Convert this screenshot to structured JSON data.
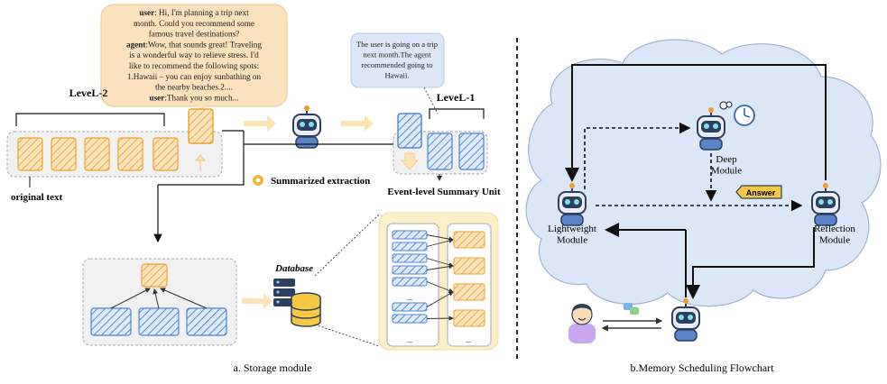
{
  "left": {
    "dialogue": [
      {
        "speaker": "user",
        "text": ": Hi, I'm planning a trip next"
      },
      {
        "speaker": "",
        "text": "month. Could you recommend some"
      },
      {
        "speaker": "",
        "text": "famous travel destinations?"
      },
      {
        "speaker": "agent",
        "text": ":Wow, that sounds great! Traveling"
      },
      {
        "speaker": "",
        "text": "is a wonderful way to relieve stress. I'd"
      },
      {
        "speaker": "",
        "text": "like to recommend the following spots:"
      },
      {
        "speaker": "",
        "text": "1.Hawaii – you can enjoy sunbathing on"
      },
      {
        "speaker": "",
        "text": "the nearby beaches.2...."
      },
      {
        "speaker": "user",
        "text": ":Thank you so much..."
      }
    ],
    "summary_lines": [
      "The user is going on a trip",
      "next month.The agent",
      "recommended going to",
      "Hawaii."
    ],
    "level2_label": "LeveL-2",
    "level1_label": "LeveL-1",
    "original_text_label": "original text",
    "summarized_extraction_label": "Summarized extraction",
    "event_summary_label": "Event-level Summary Unit",
    "database_label": "Database",
    "ellipsis": "...",
    "caption": "a. Storage module"
  },
  "right": {
    "deep_module_lines": [
      "Deep",
      "Module"
    ],
    "lightweight_module_lines": [
      "Lightweight",
      "Module"
    ],
    "reflection_module_lines": [
      "Reflection",
      "Module"
    ],
    "answer_badge": "Answer",
    "caption": "b.Memory Scheduling Flowchart"
  },
  "colors": {
    "orange_fill": "#fbd7a3",
    "orange_stroke": "#f0a030",
    "blue_fill": "#cfe0f7",
    "blue_stroke": "#4a86d8",
    "arrow_light": "#fbe3b4",
    "cloud_fill": "#dde8f8",
    "db_gold": "#f7c843",
    "db_navy": "#2d3f5e"
  }
}
